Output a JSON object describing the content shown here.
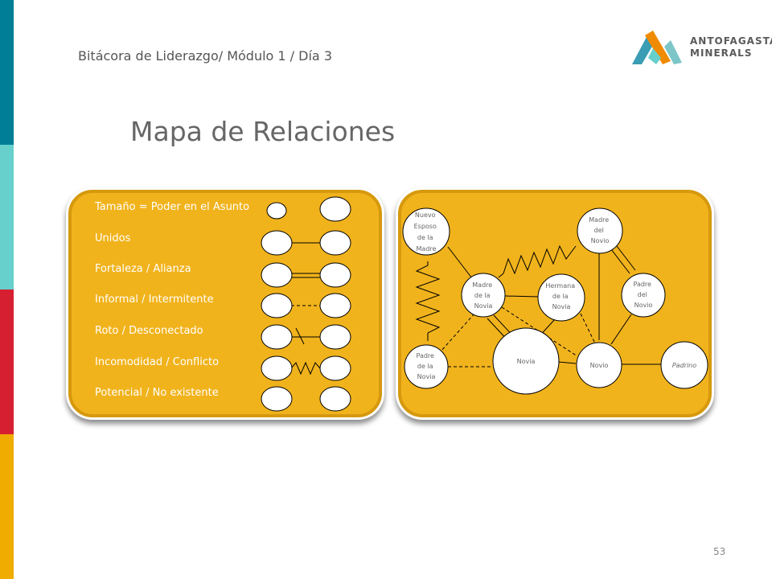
{
  "header": {
    "breadcrumb": "Bitácora de Liderazgo/ Módulo 1 / Día 3",
    "logo": {
      "line1": "ANTOFAGASTA",
      "line2": "MINERALS"
    }
  },
  "title": "Mapa de Relaciones",
  "legend": {
    "items": [
      {
        "label": "Tamaño = Poder en el Asunto",
        "connector": "size"
      },
      {
        "label": "Unidos",
        "connector": "solid"
      },
      {
        "label": "Fortaleza / Alianza",
        "connector": "double"
      },
      {
        "label": "Informal / Intermitente",
        "connector": "dashed"
      },
      {
        "label": "Roto / Desconectado",
        "connector": "broken"
      },
      {
        "label": "Incomodidad / Conflicto",
        "connector": "zigzag"
      },
      {
        "label": "Potencial / No existente",
        "connector": "none"
      }
    ]
  },
  "diagram": {
    "nodes": {
      "nuevo_esposo": [
        "Nuevo",
        "Esposo",
        "de la",
        "Madre"
      ],
      "madre_novio": [
        "Madre",
        "del",
        "Novio"
      ],
      "madre_novia": [
        "Madre",
        "de la",
        "Novia"
      ],
      "hermana_novia": [
        "Hermana",
        "de la",
        "Novia"
      ],
      "padre_novio": [
        "Padre",
        "del",
        "Novio"
      ],
      "padre_novia": [
        "Padre",
        "de la",
        "Novia"
      ],
      "novia": [
        "Novia"
      ],
      "novio": [
        "Novio"
      ],
      "padrino": [
        "Padrino"
      ]
    }
  },
  "footer": {
    "page_number": "53"
  },
  "colors": {
    "panel": "#F1B31C",
    "stripe_teal": "#007E97",
    "stripe_aqua": "#67D0CC",
    "stripe_red": "#D71F32",
    "stripe_yellow": "#F0AC00"
  }
}
